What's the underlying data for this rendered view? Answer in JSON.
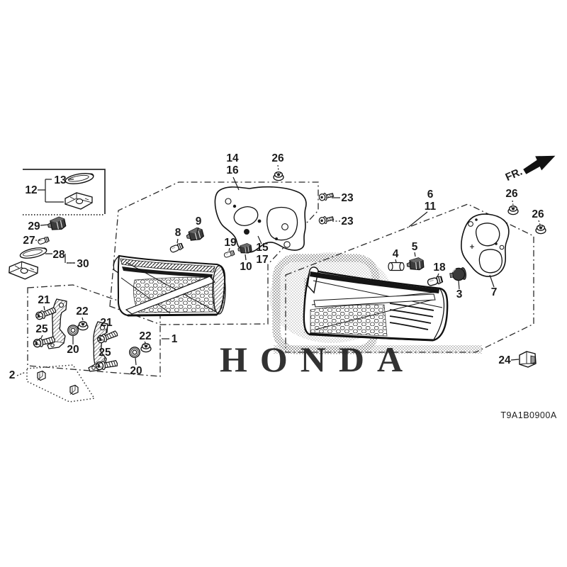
{
  "page": {
    "background": "#ffffff"
  },
  "header": {
    "direction_label": "FR."
  },
  "watermark": {
    "brand": "HONDA"
  },
  "footer": {
    "diagram_code": "T9A1B0900A"
  },
  "colors": {
    "line": "#1a1a1a",
    "halftone": "#7a7a7a"
  },
  "callouts": {
    "c14": "14",
    "c16": "16",
    "c26_top": "26",
    "c23_a": "23",
    "c23_b": "23",
    "c6": "6",
    "c11": "11",
    "c26_mid": "26",
    "c26_right": "26",
    "c12": "12",
    "c13": "13",
    "c29": "29",
    "c27": "27",
    "c28": "28",
    "c30": "30",
    "c8": "8",
    "c9": "9",
    "c19": "19",
    "c10": "10",
    "c15": "15",
    "c17": "17",
    "c4": "4",
    "c5": "5",
    "c18": "18",
    "c3": "3",
    "c7": "7",
    "c21_left": "21",
    "c22_left": "22",
    "c25_left": "25",
    "c20_left": "20",
    "c21_right": "21",
    "c22_right": "22",
    "c25_right": "25",
    "c20_right": "20",
    "c1": "1",
    "c2": "2",
    "c24": "24"
  }
}
